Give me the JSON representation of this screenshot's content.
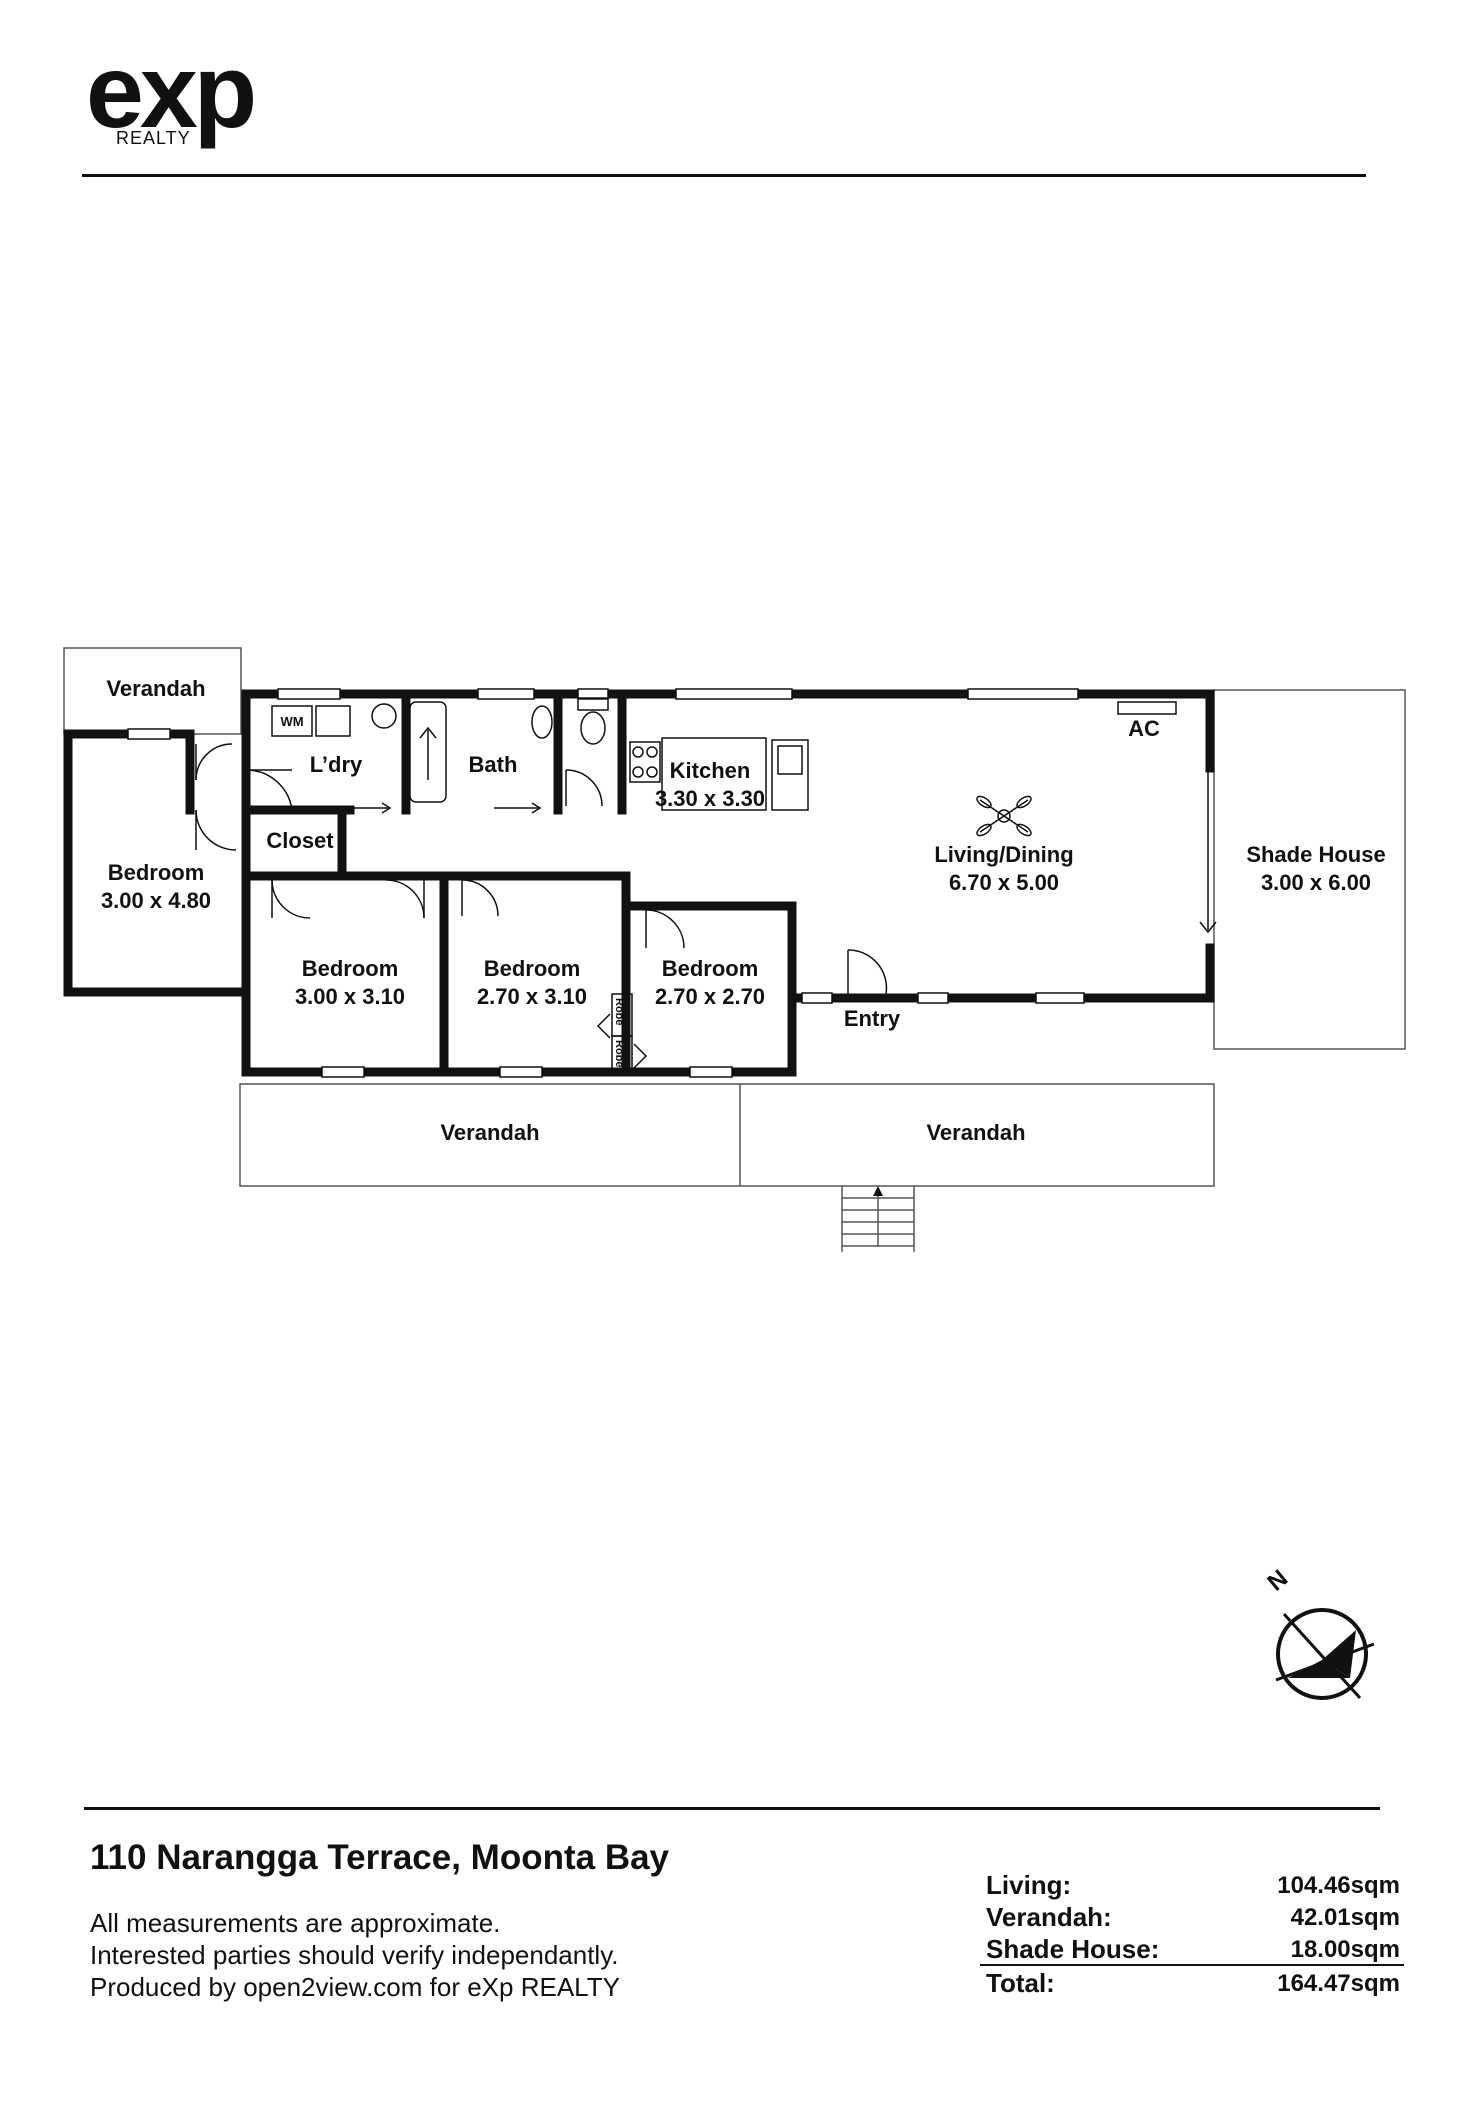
{
  "brand": {
    "logo": "exp",
    "logo_sub": "REALTY"
  },
  "rooms": {
    "verandah_nw": "Verandah",
    "bedroom_w": {
      "name": "Bedroom",
      "size": "3.00 x 4.80"
    },
    "laundry": "L’dry",
    "wm": "WM",
    "bath": "Bath",
    "closet": "Closet",
    "kitchen": {
      "name": "Kitchen",
      "size": "3.30 x 3.30"
    },
    "living": {
      "name": "Living/Dining",
      "size": "6.70 x 5.00"
    },
    "ac": "AC",
    "shade_house": {
      "name": "Shade House",
      "size": "3.00 x 6.00"
    },
    "bedroom_2": {
      "name": "Bedroom",
      "size": "3.00 x 3.10"
    },
    "bedroom_3": {
      "name": "Bedroom",
      "size": "2.70 x 3.10"
    },
    "bedroom_4": {
      "name": "Bedroom",
      "size": "2.70 x 2.70"
    },
    "robe_1": "Robe",
    "robe_2": "Robe",
    "entry": "Entry",
    "verandah_s1": "Verandah",
    "verandah_s2": "Verandah"
  },
  "compass": {
    "label": "N"
  },
  "footer": {
    "address": "110 Narangga Terrace, Moonta Bay",
    "notes": [
      "All measurements are approximate.",
      "Interested parties should verify independantly.",
      "Produced by open2view.com for eXp REALTY"
    ],
    "areas": [
      {
        "label": "Living:",
        "value": "104.46sqm"
      },
      {
        "label": "Verandah:",
        "value": "42.01sqm"
      },
      {
        "label": "Shade House:",
        "value": "18.00sqm"
      },
      {
        "label": "Total:",
        "value": "164.47sqm"
      }
    ]
  }
}
